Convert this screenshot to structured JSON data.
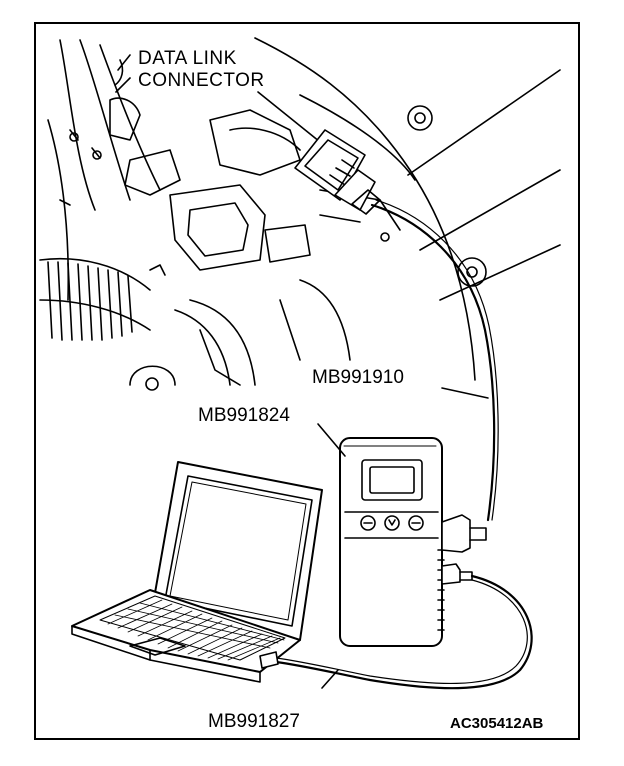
{
  "labels": {
    "data_link_line1": "DATA LINK",
    "data_link_line2": "CONNECTOR",
    "cable_mb991910": "MB991910",
    "vci_mb991824": "MB991824",
    "cable_mb991827": "MB991827",
    "figure_code": "AC305412AB"
  },
  "colors": {
    "ink": "#000000",
    "paper": "#ffffff"
  }
}
